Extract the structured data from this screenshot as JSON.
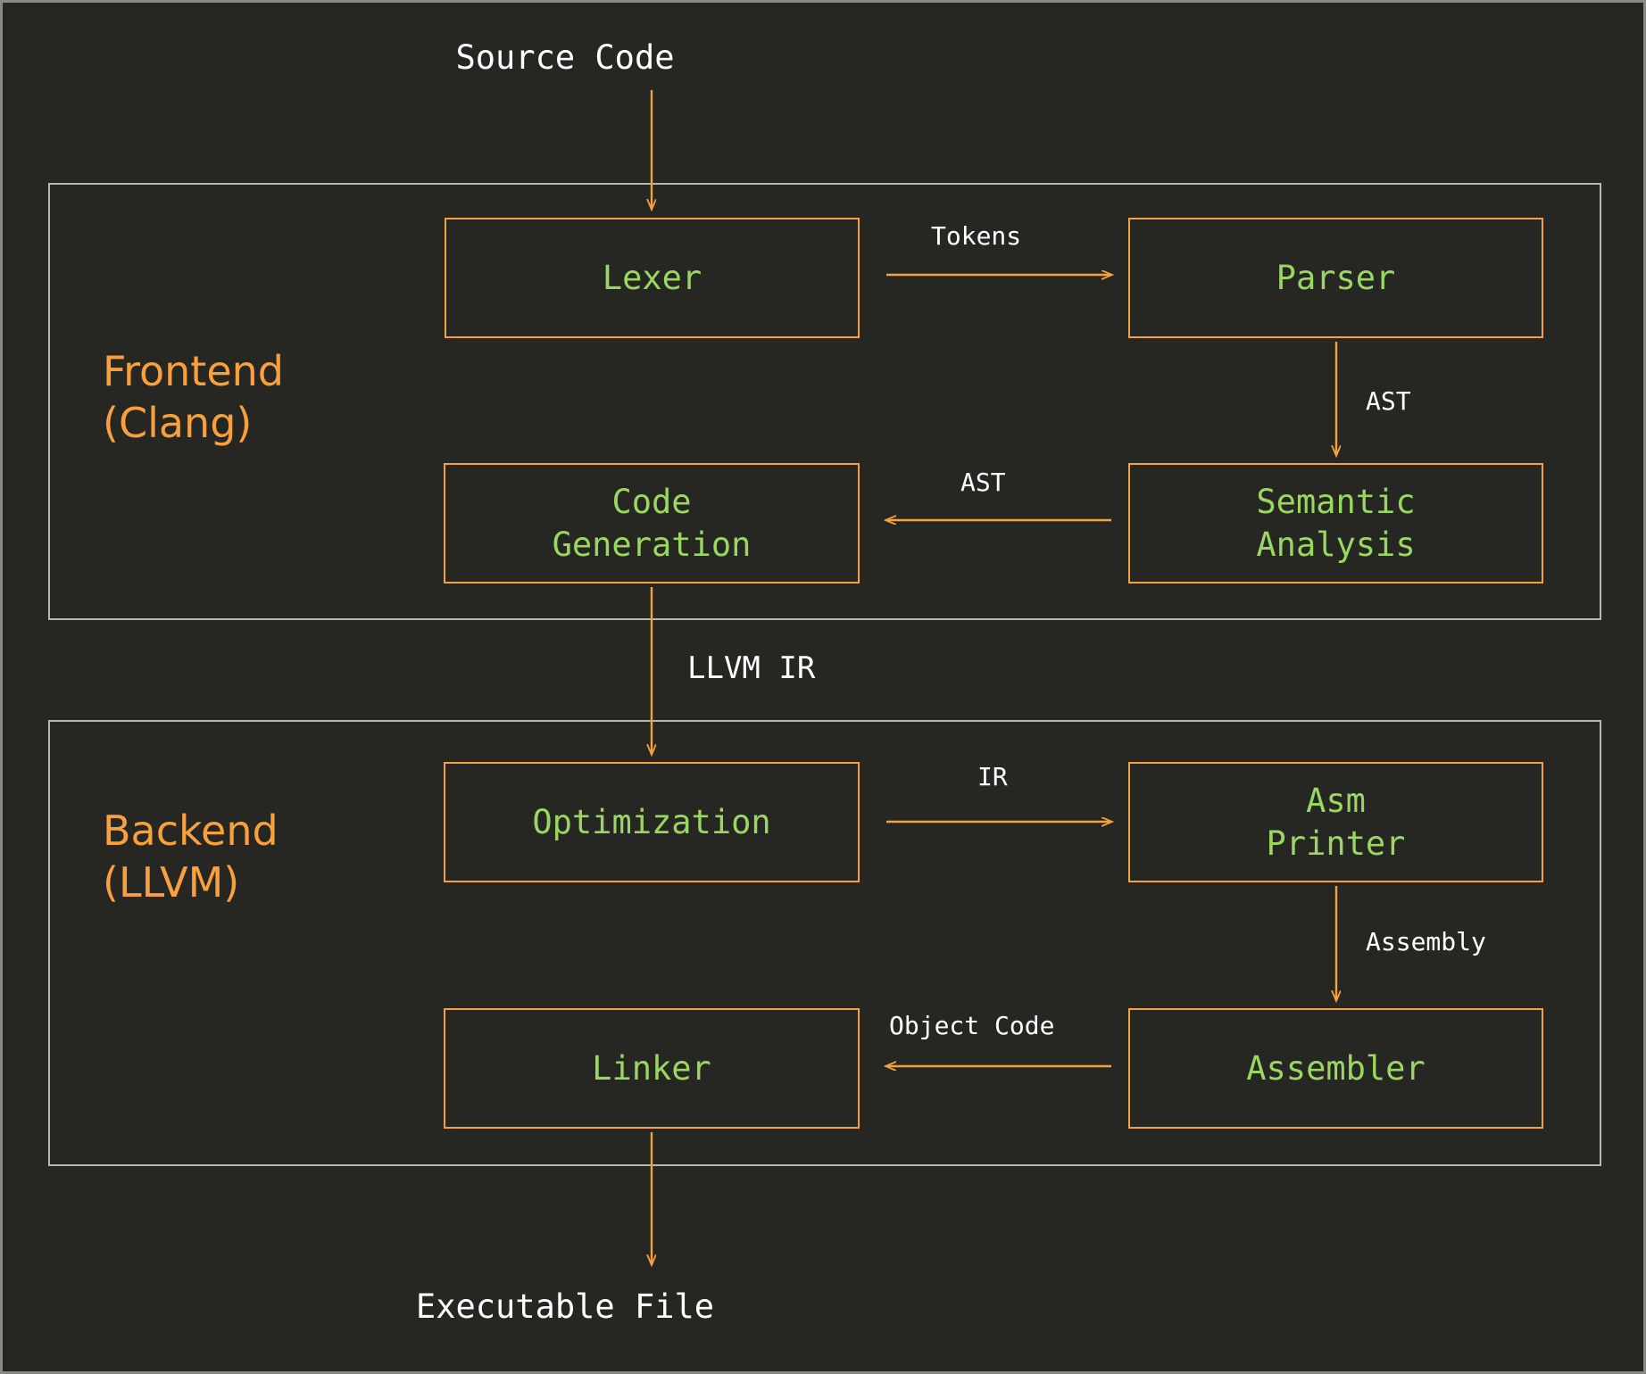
{
  "diagram": {
    "title_text_color": "#ffffff",
    "accent_orange": "#f6a13a",
    "node_text_green": "#9ad760",
    "group_border": "#b8b8b3",
    "background": "#262722"
  },
  "io": {
    "input_label": "Source Code",
    "output_label": "Executable File"
  },
  "groups": [
    {
      "id": "frontend",
      "label": "Frontend\n(Clang)"
    },
    {
      "id": "backend",
      "label": "Backend\n(LLVM)"
    }
  ],
  "nodes": [
    {
      "id": "lexer",
      "label": "Lexer"
    },
    {
      "id": "parser",
      "label": "Parser"
    },
    {
      "id": "semantic",
      "label": "Semantic\nAnalysis"
    },
    {
      "id": "codegen",
      "label": "Code\nGeneration"
    },
    {
      "id": "optimization",
      "label": "Optimization"
    },
    {
      "id": "asmprinter",
      "label": "Asm\nPrinter"
    },
    {
      "id": "assembler",
      "label": "Assembler"
    },
    {
      "id": "linker",
      "label": "Linker"
    }
  ],
  "edges": [
    {
      "id": "src-to-lexer",
      "label": ""
    },
    {
      "id": "lexer-to-parser",
      "label": "Tokens"
    },
    {
      "id": "parser-to-semantic",
      "label": "AST"
    },
    {
      "id": "semantic-to-codegen",
      "label": "AST"
    },
    {
      "id": "codegen-to-opt",
      "label": "LLVM IR"
    },
    {
      "id": "opt-to-asmprinter",
      "label": "IR"
    },
    {
      "id": "asmprinter-to-assembler",
      "label": "Assembly"
    },
    {
      "id": "assembler-to-linker",
      "label": "Object Code"
    },
    {
      "id": "linker-to-exe",
      "label": ""
    }
  ]
}
